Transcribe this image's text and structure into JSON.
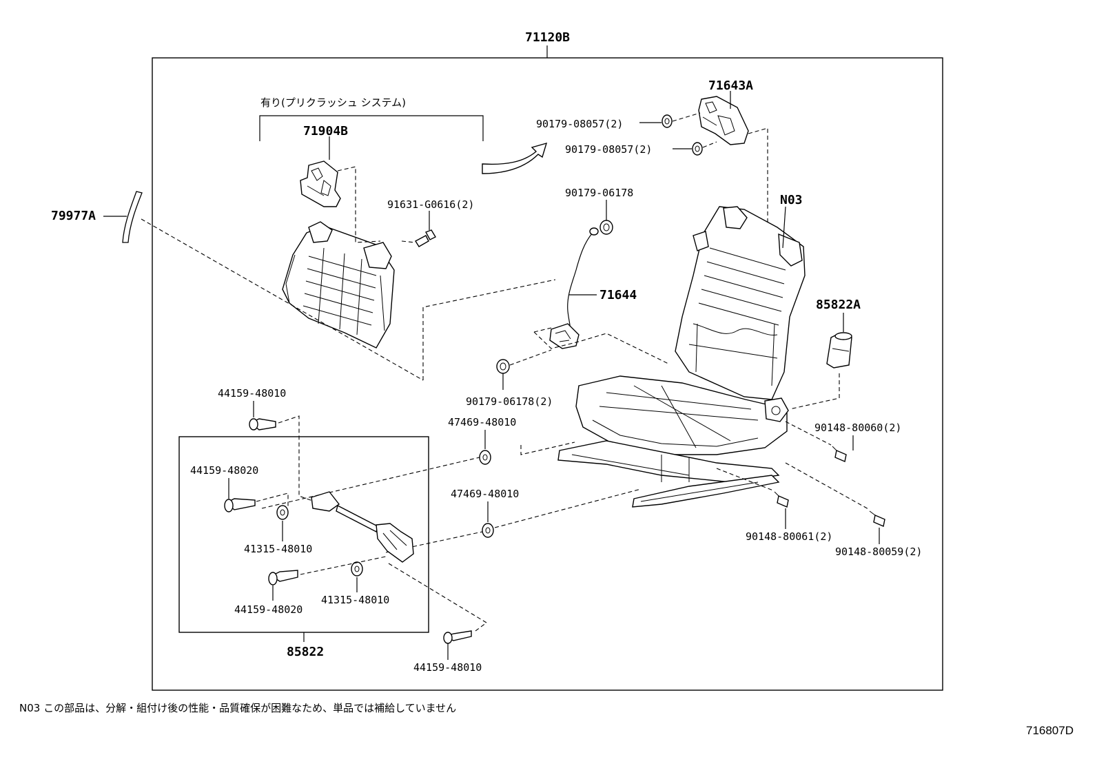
{
  "callouts": {
    "assembly": "71120B",
    "bracket_top": "71643A",
    "bracket_precrash": "71904B",
    "precrash_note": "有り(プリクラッシュ システム)",
    "cover_strip": "79977A",
    "bolt_precrash": "91631-G0616(2)",
    "nut_top_1": "90179-08057(2)",
    "nut_top_2": "90179-08057(2)",
    "nut_wire_top": "90179-06178",
    "wire": "71644",
    "nut_wire_bottom": "90179-06178(2)",
    "not_sold": "N03",
    "motor_unit": "85822A",
    "bolt_motor": "90148-80060(2)",
    "bolt_rail_a": "90148-80061(2)",
    "bolt_rail_b": "90148-80059(2)",
    "bolt_left_top": "44159-48010",
    "washer_1": "47469-48010",
    "washer_2": "47469-48010",
    "bolt_box_a": "44159-48020",
    "nut_box_a": "41315-48010",
    "nut_box_b": "41315-48010",
    "bolt_box_b": "44159-48020",
    "adjuster": "85822",
    "bolt_bottom": "44159-48010"
  },
  "footnote": "N03 この部品は、分解・組付け後の性能・品質確保が困難なため、単品では補給していません",
  "illustration_id": "716807D"
}
